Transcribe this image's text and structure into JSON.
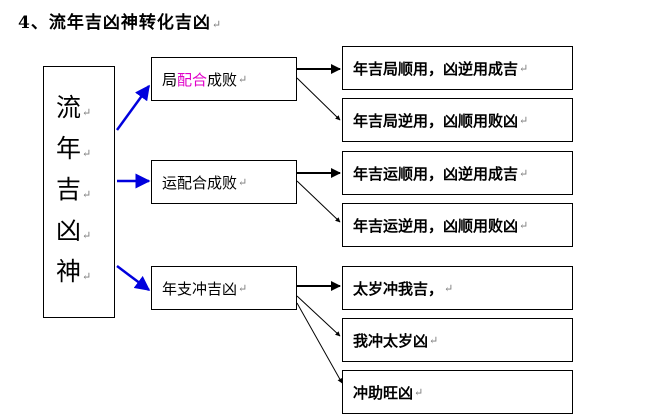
{
  "title": "4、流年吉凶神转化吉凶",
  "root": {
    "chars": [
      "流",
      "年",
      "吉",
      "凶",
      "神"
    ]
  },
  "groups": [
    {
      "label_pre": "局",
      "label_hl": "配合",
      "label_post": "成败",
      "children": [
        "年吉局顺用，凶逆用成吉",
        "年吉局逆用，凶顺用败凶"
      ]
    },
    {
      "label_pre": "运配合成败",
      "label_hl": "",
      "label_post": "",
      "children": [
        "年吉运顺用，凶逆用成吉",
        "年吉运逆用，凶顺用败凶"
      ]
    },
    {
      "label_pre": "年支冲吉凶",
      "label_hl": "",
      "label_post": "",
      "children": [
        "太岁冲我吉，",
        "我冲太岁凶",
        "冲助旺凶"
      ]
    }
  ],
  "colors": {
    "highlight": "#e000c8",
    "arrow_blue": "#0000dd",
    "arrow_black": "#000000"
  },
  "mark": "↵"
}
